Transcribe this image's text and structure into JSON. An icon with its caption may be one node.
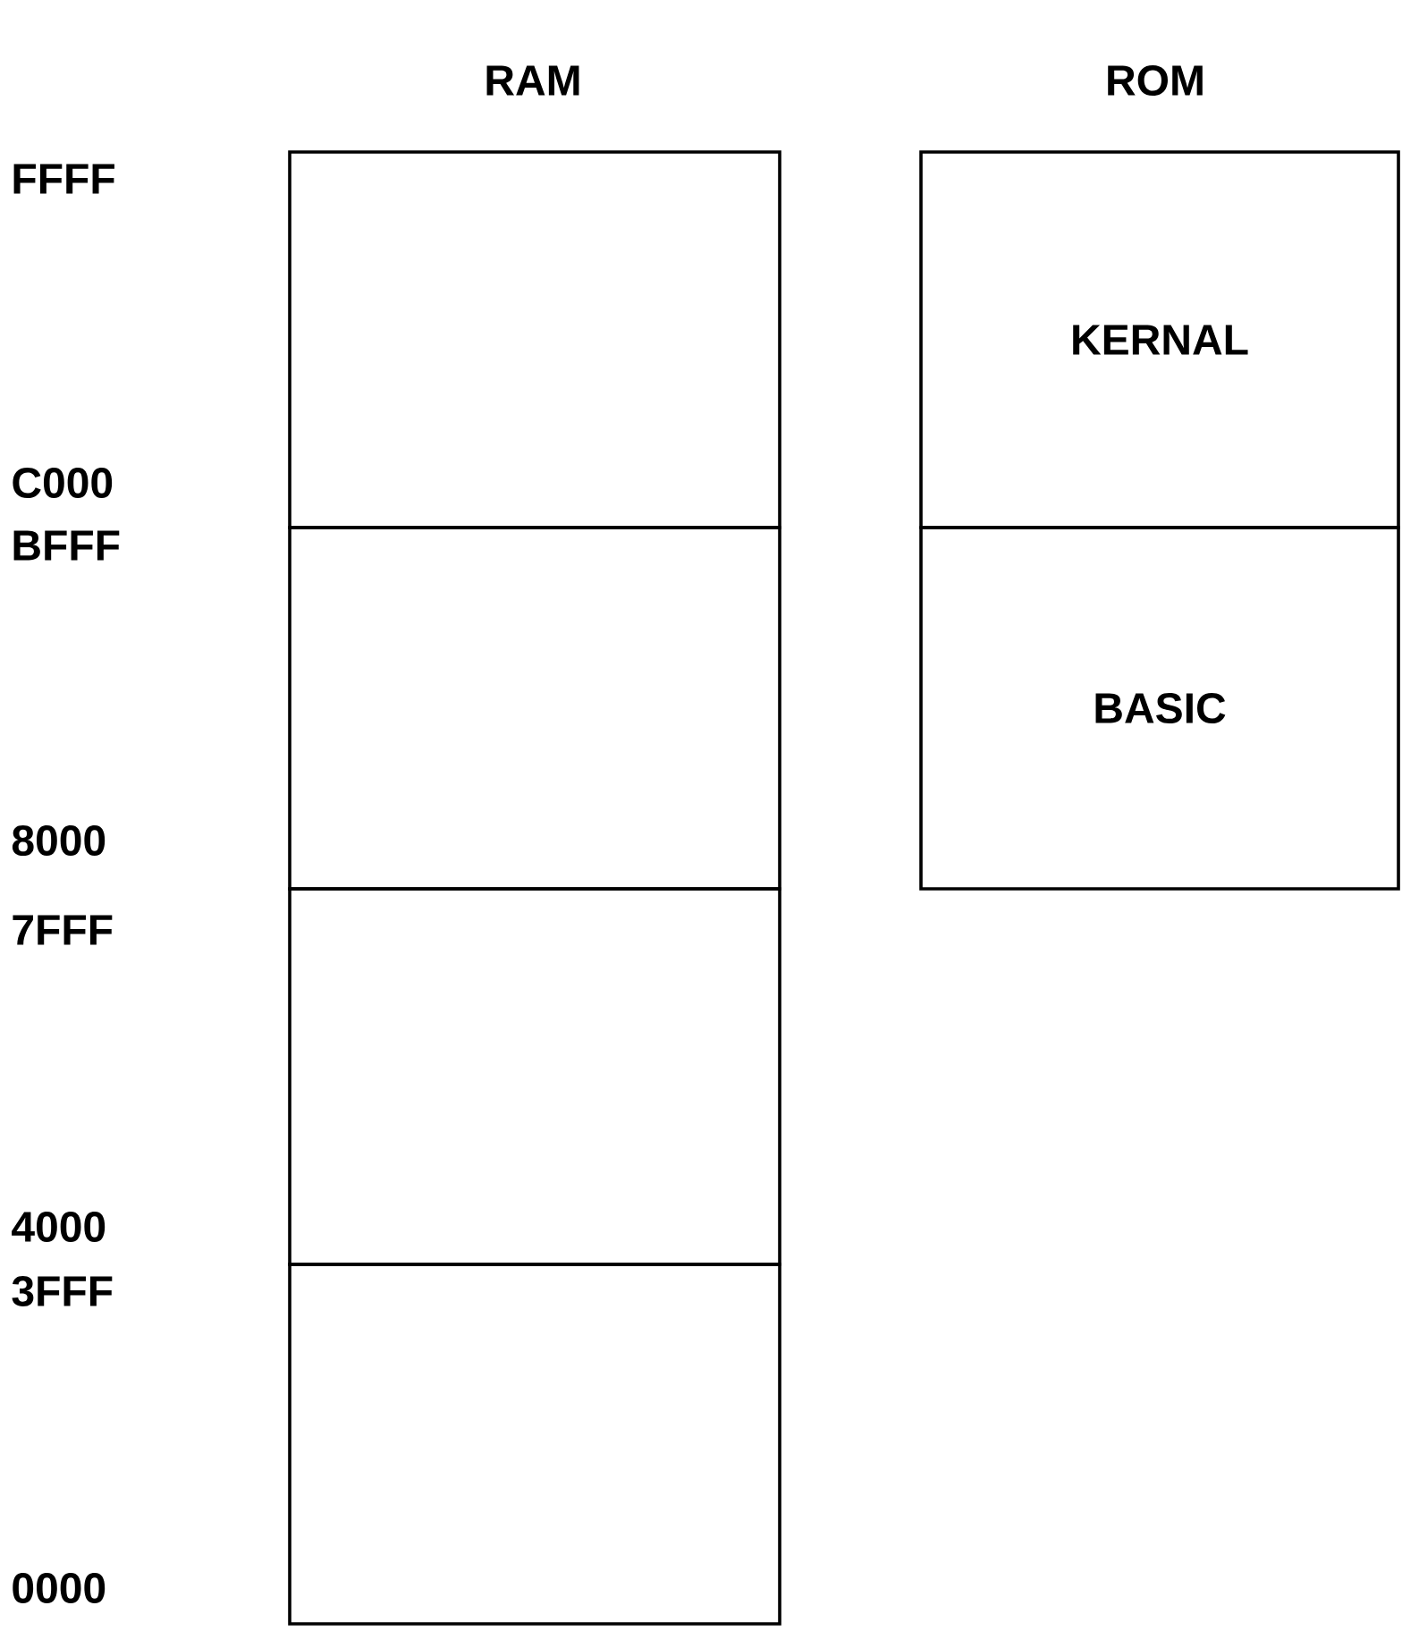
{
  "diagram": {
    "nodes": [
      {
        "text": [],
        "shape": "box"
      },
      {
        "text": [],
        "shape": "box"
      },
      {
        "text": [],
        "shape": "box"
      },
      {
        "text": [],
        "shape": "box"
      },
      {
        "text": [
          "KERNAL"
        ]
      },
      {
        "text": [
          "BASIC"
        ]
      }
    ],
    "labels": [
      "RAM",
      "ROM",
      "FFFF",
      "C000",
      "BFFF",
      "8000",
      "7FFF",
      "4000",
      "3FFF",
      "0000"
    ]
  }
}
